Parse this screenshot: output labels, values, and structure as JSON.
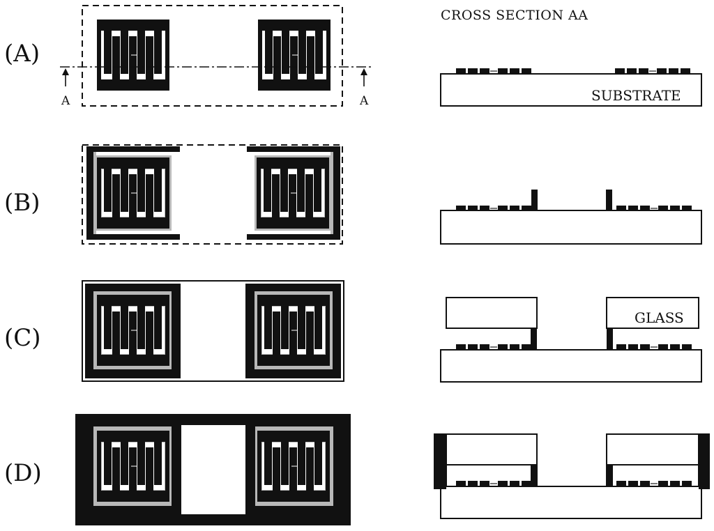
{
  "figure": {
    "cross_section_title": "CROSS SECTION AA",
    "section_marker": "A",
    "steps": [
      {
        "label": "(A)"
      },
      {
        "label": "(B)"
      },
      {
        "label": "(C)"
      },
      {
        "label": "(D)"
      }
    ],
    "materials": {
      "substrate": "SUBSTRATE",
      "glass": "GLASS"
    }
  },
  "colors": {
    "ink": "#111111",
    "halo": "#b8b8b8",
    "background": "#ffffff"
  }
}
